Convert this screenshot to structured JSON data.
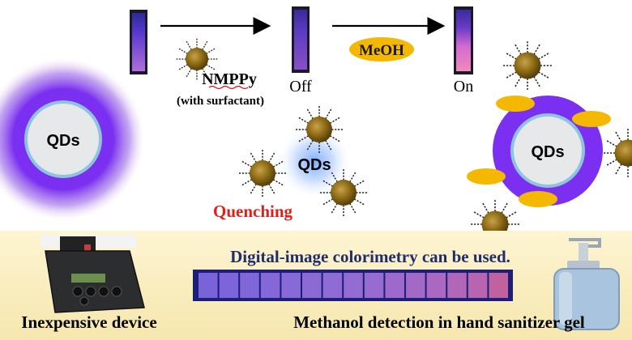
{
  "labels": {
    "nmppy": "NMPPy",
    "surfactant_note": "(with surfactant)",
    "off": "Off",
    "meoh": "MeOH",
    "on": "On",
    "qds_left": "QDs",
    "qds_center": "QDs",
    "qds_right": "QDs",
    "quenching": "Quenching"
  },
  "bottom_panel": {
    "headline": "Digital-image colorimetry can be used.",
    "left_caption": "Inexpensive device",
    "right_caption": "Methanol detection in hand sanitizer gel"
  },
  "strip": {
    "cells": [
      "#7a62d8",
      "#7d64da",
      "#8066d8",
      "#8468d9",
      "#876ad8",
      "#8b6ad6",
      "#8f6bd5",
      "#936bd3",
      "#986bd0",
      "#9d6acb",
      "#a369c6",
      "#aa68c0",
      "#b166b8",
      "#b964ae",
      "#c1629f"
    ]
  },
  "colors": {
    "qd_glow": "#7b2ff0",
    "qd_core": "#e6e8ea",
    "qd_ring": "#8fc4e0",
    "nanoparticle": "#8b6914",
    "meoh_pill": "#f5b800",
    "quenching_text": "#e0201b",
    "headline_text": "#1f2d6b",
    "panel_bg": "#fbf0c9"
  }
}
